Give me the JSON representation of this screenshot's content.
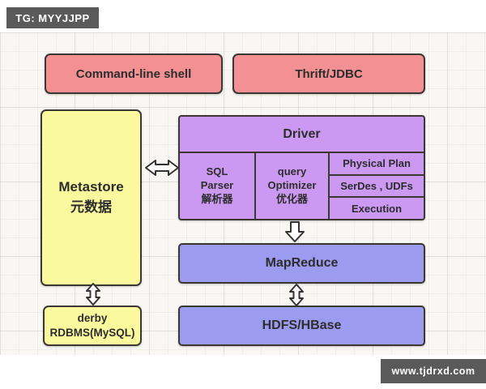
{
  "badges": {
    "top_left": "TG: MYYJJPP",
    "bottom_right": "www.tjdrxd.com"
  },
  "colors": {
    "pink": "#f29093",
    "yellow": "#fbf99e",
    "purple": "#cb99f1",
    "periwinkle": "#9b9bef",
    "badge-bg": "#5a5a5a",
    "line": "#3d3733",
    "text": "#2d2d2d",
    "canvas-bg": "#f8f7f4"
  },
  "diagram": {
    "clients": [
      {
        "label": "Command-line shell"
      },
      {
        "label": "Thrift/JDBC"
      }
    ],
    "metastore": {
      "title": "Metastore",
      "subtitle": "元数据"
    },
    "driver": {
      "title": "Driver",
      "columns": [
        {
          "lines": [
            "SQL",
            "Parser",
            "解析器"
          ]
        },
        {
          "lines": [
            "query",
            "Optimizer",
            "优化器"
          ]
        }
      ],
      "stages": [
        "Physical Plan",
        "SerDes , UDFs",
        "Execution"
      ]
    },
    "mapreduce": {
      "label": "MapReduce"
    },
    "storage": {
      "label": "HDFS/HBase"
    },
    "derby": {
      "lines": [
        "derby",
        "RDBMS(MySQL)"
      ]
    }
  }
}
